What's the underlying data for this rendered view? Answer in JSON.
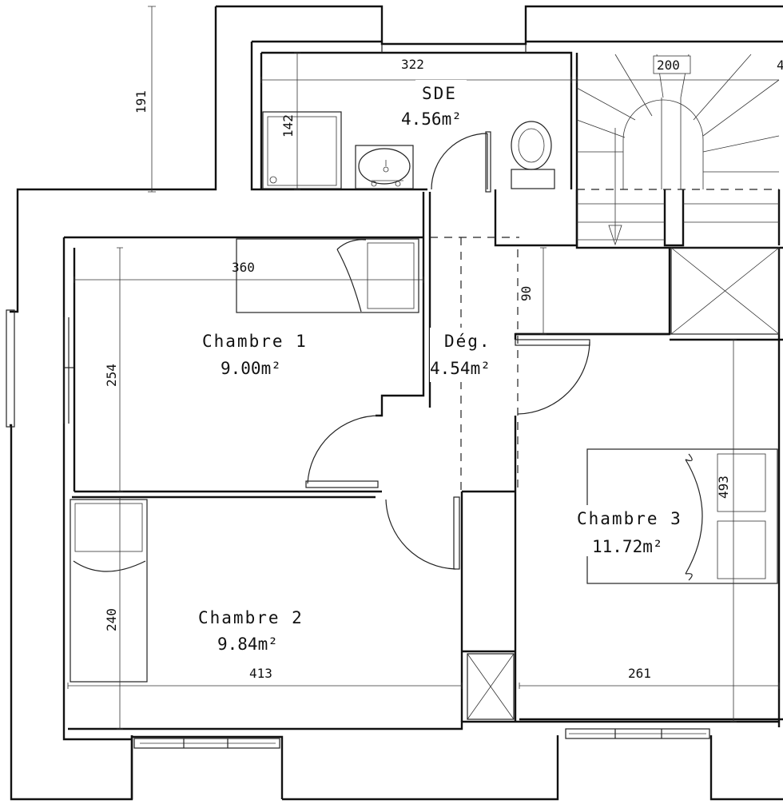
{
  "rooms": {
    "sde": {
      "name": "SDE",
      "area": "4.56m²"
    },
    "chambre1": {
      "name": "Chambre 1",
      "area": "9.00m²"
    },
    "deg": {
      "name": "Dég.",
      "area": "4.54m²"
    },
    "chambre2": {
      "name": "Chambre 2",
      "area": "9.84m²"
    },
    "chambre3": {
      "name": "Chambre 3",
      "area": "11.72m²"
    }
  },
  "dimensions": {
    "d191": "191",
    "d322": "322",
    "d200": "200",
    "d142": "142",
    "d360": "360",
    "d90": "90",
    "d254": "254",
    "d493": "493",
    "d240": "240",
    "d413": "413",
    "d261": "261",
    "d4": "4"
  }
}
